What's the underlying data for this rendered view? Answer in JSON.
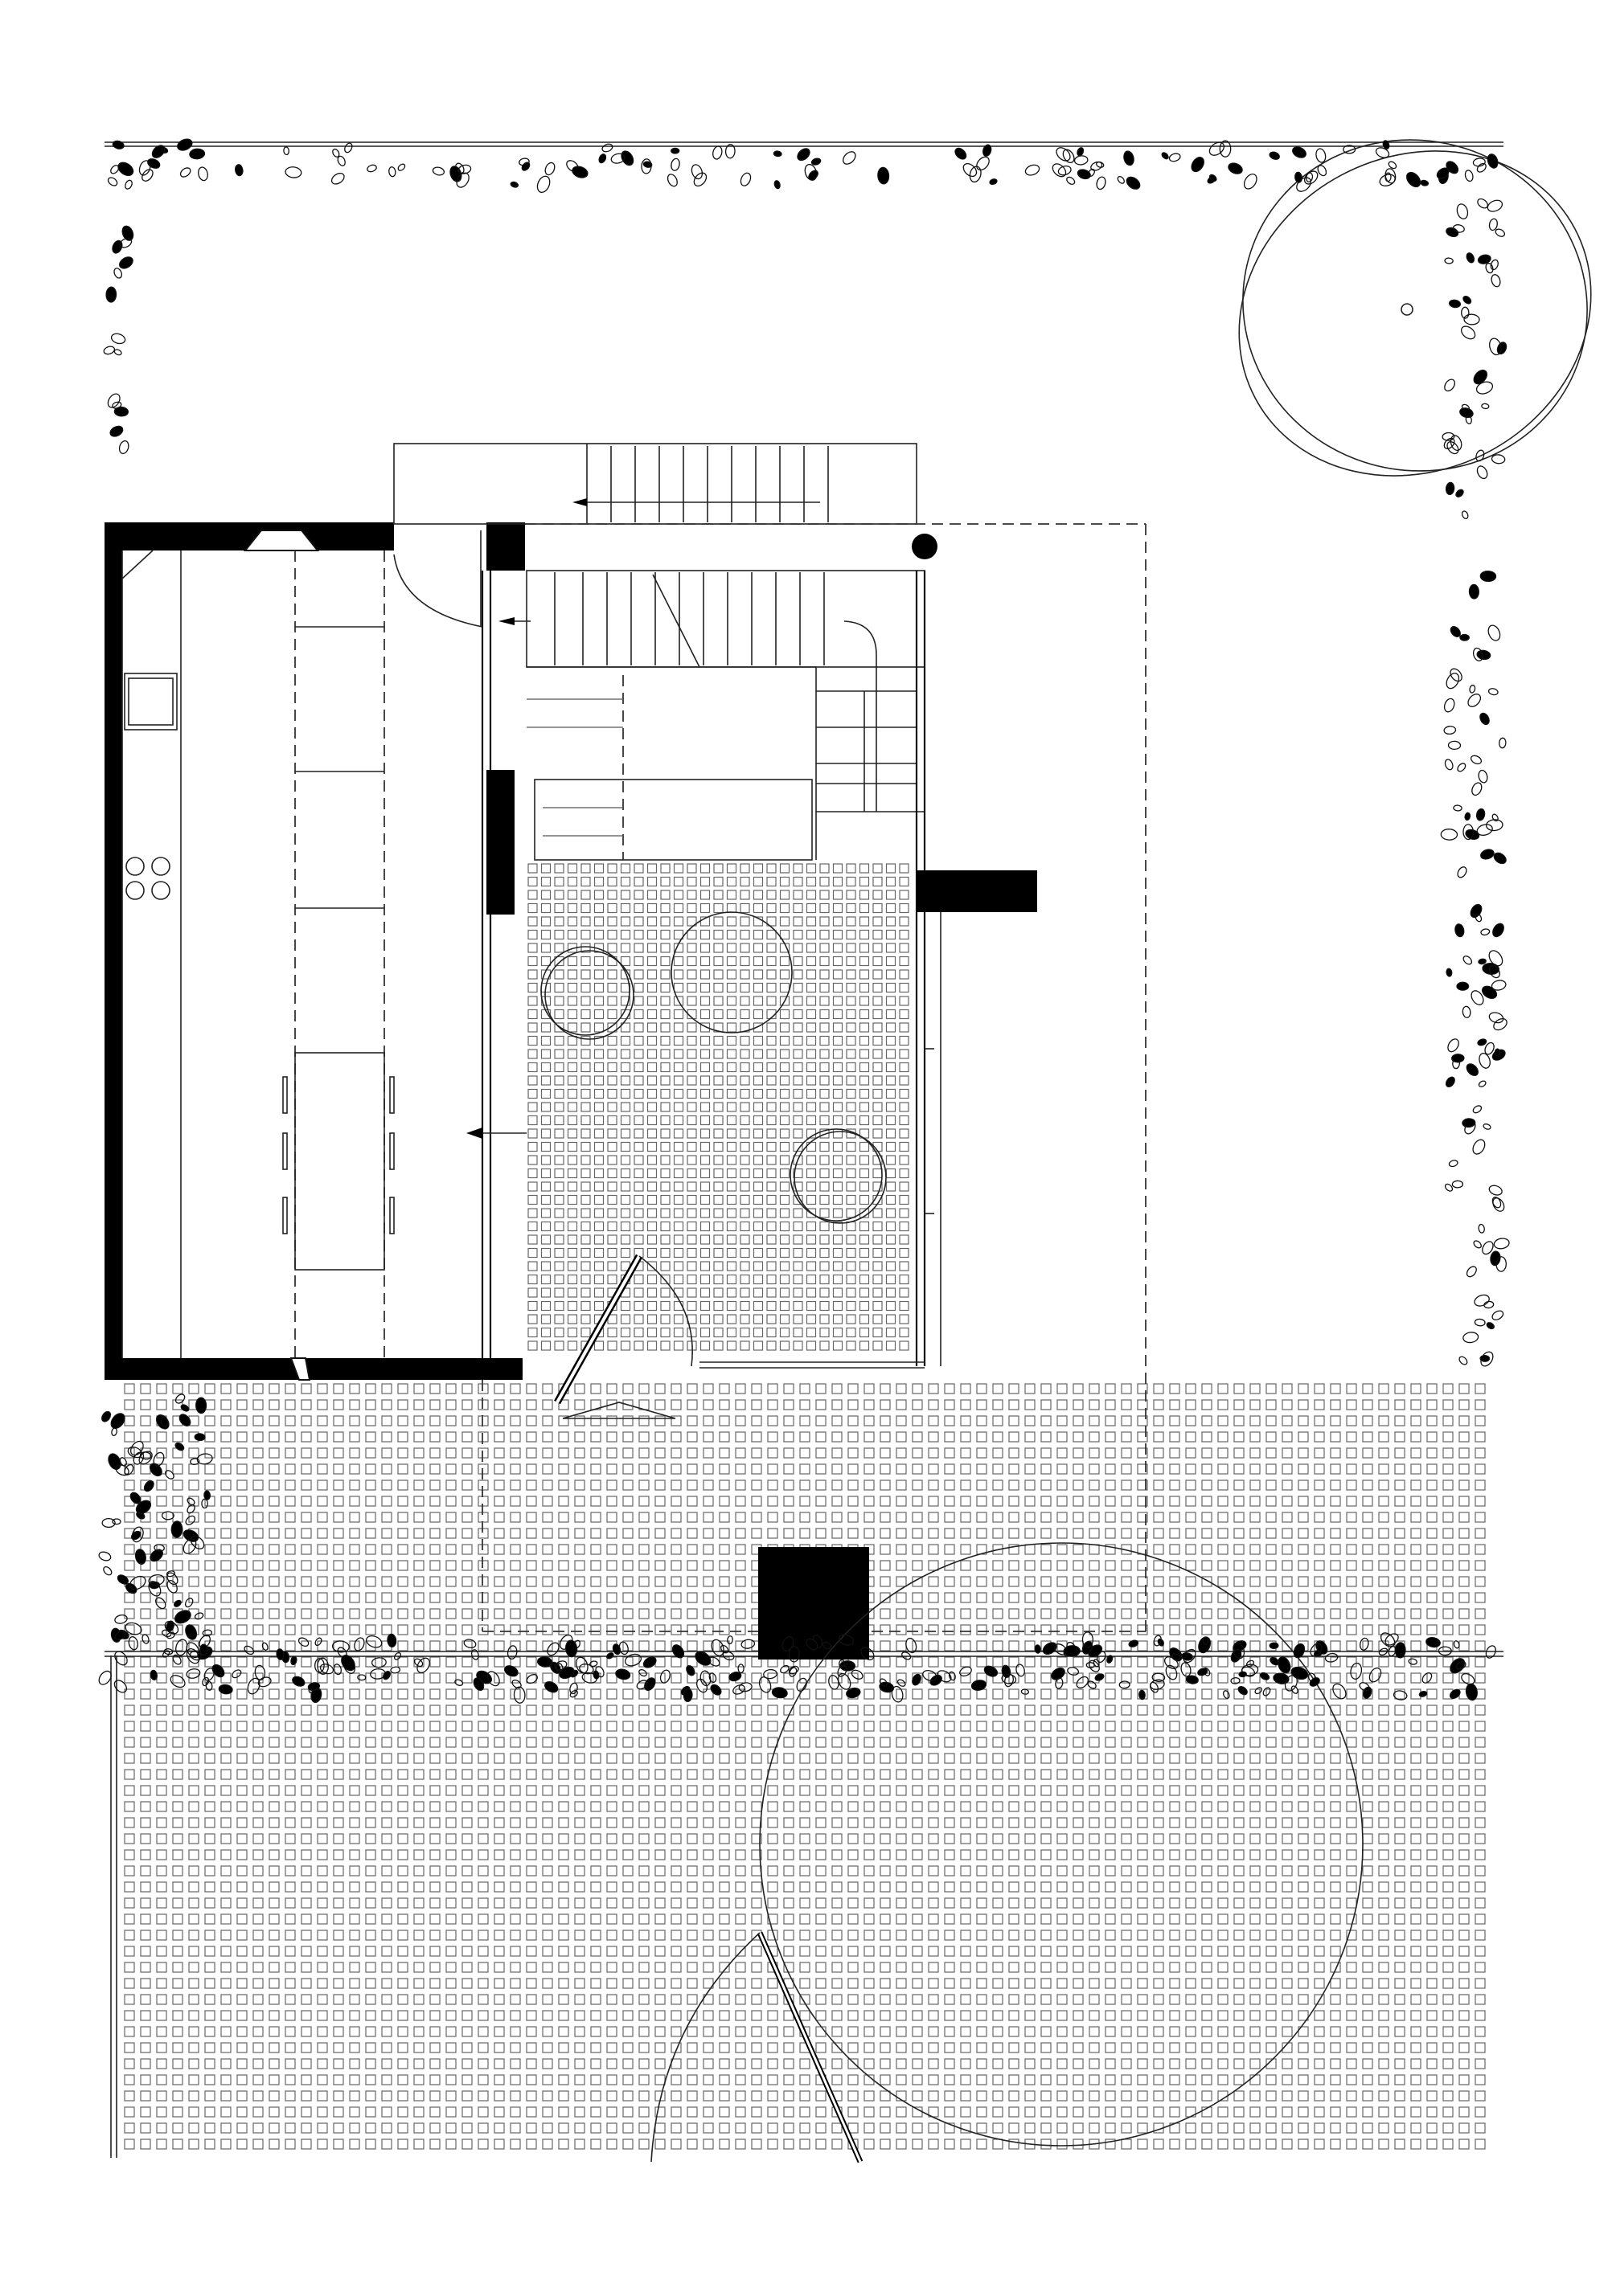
{
  "drawing": {
    "type": "architectural floor plan",
    "elements": [
      "kitchen-room",
      "stair-block",
      "dining-area",
      "terrace-paving",
      "garden-paving",
      "tree-canopy-large",
      "tree-canopy-top-right",
      "hedge-planting"
    ],
    "colors": {
      "wall": "#000000",
      "line": "#222222",
      "paving": "#666666",
      "background": "#ffffff"
    }
  }
}
